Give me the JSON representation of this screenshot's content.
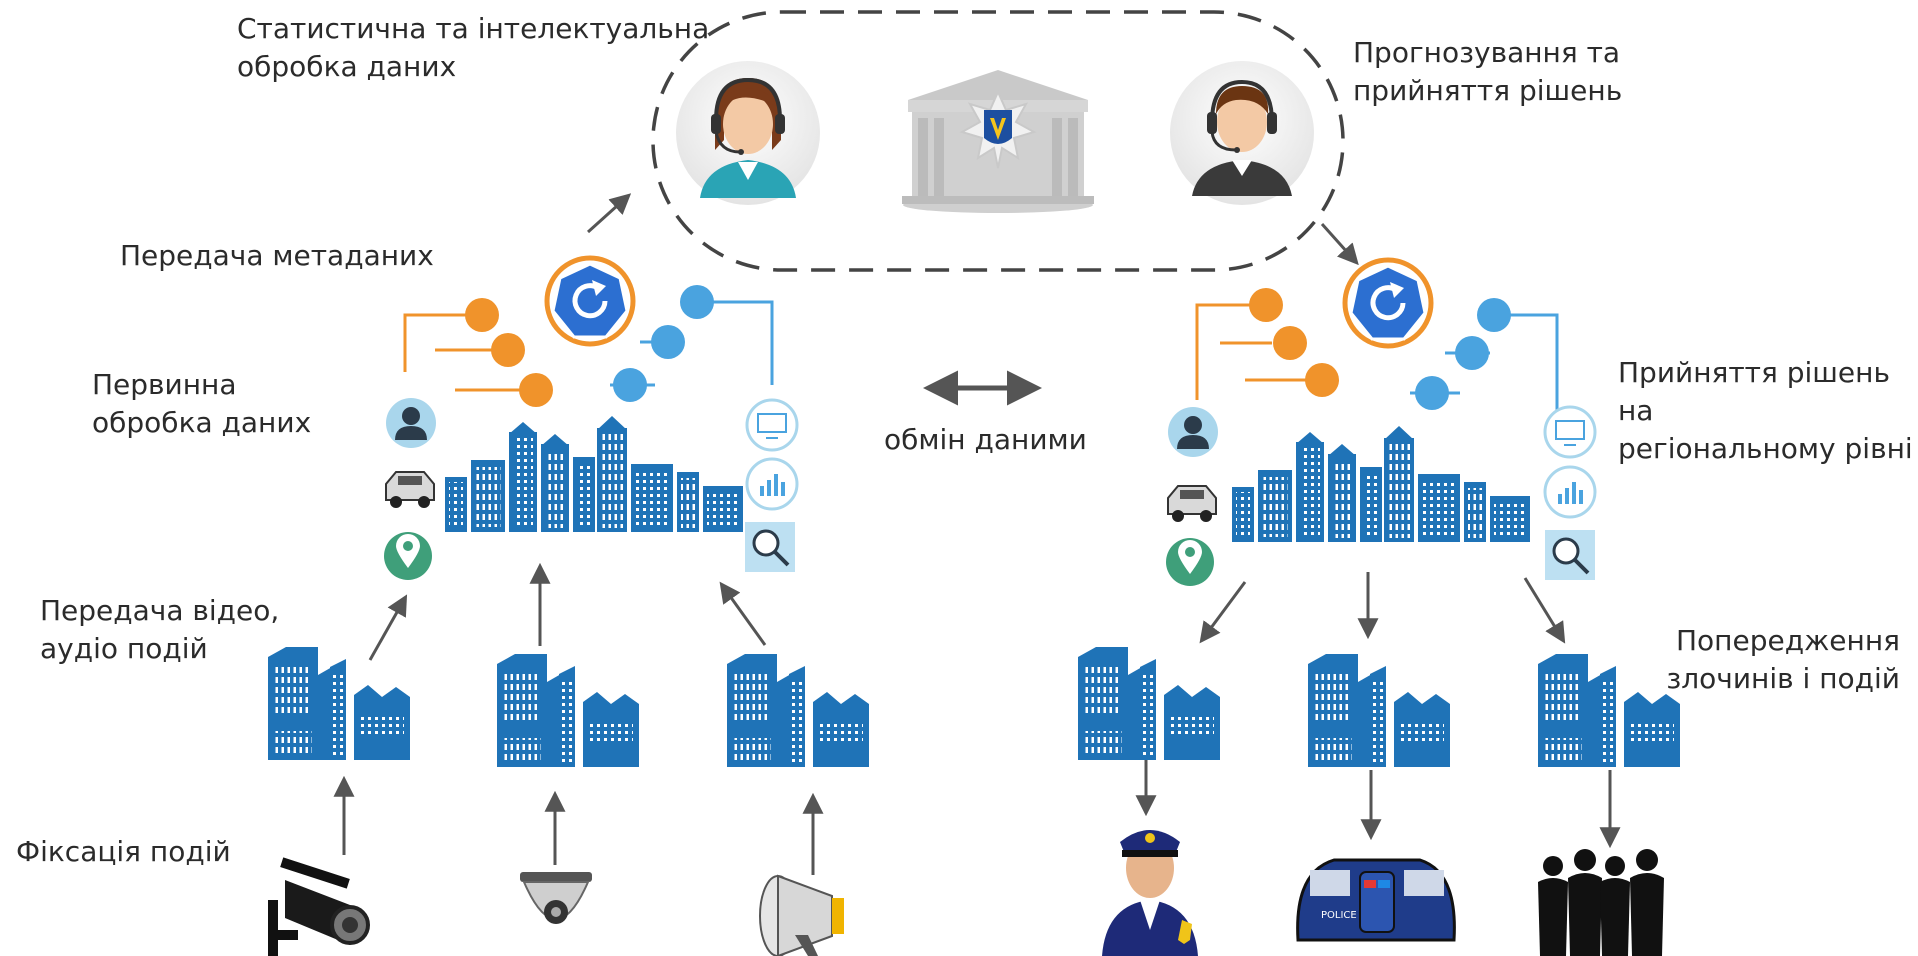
{
  "labels": {
    "statistical": "Статистична та інтелектуальна\nобробка даних",
    "forecasting": "Прогнозування та\nприйняття рішень",
    "metadata": "Передача метаданих",
    "primary": "Первинна\nобробка даних",
    "exchange": "обмін даними",
    "regional": "Прийняття рішень на\nрегіональному рівні",
    "video": "Передача відео,\nаудіо подій",
    "prevention": "Попередження\nзлочинів і подій",
    "fixation": "Фіксація подій"
  },
  "police_car_text": "POLICE",
  "colors": {
    "blue": "#1f73b7",
    "orange": "#f0932b",
    "lightblue": "#4aa3df",
    "hex_blue": "#2c6fd1",
    "dash": "#444444",
    "arrow": "#555555"
  },
  "icons": {
    "operator_female": "operator-female-icon",
    "operator_male": "operator-male-icon",
    "ministry": "ministry-building-icon",
    "refresh": "refresh-icon",
    "person": "person-icon",
    "car": "car-icon",
    "location": "location-pin-icon",
    "monitor": "monitor-icon",
    "chart": "chart-icon",
    "search": "search-icon",
    "cctv": "cctv-camera-icon",
    "dome": "dome-camera-icon",
    "megaphone": "megaphone-icon",
    "policeman": "policeman-icon",
    "police_car": "police-car-icon",
    "crowd": "crowd-icon"
  }
}
